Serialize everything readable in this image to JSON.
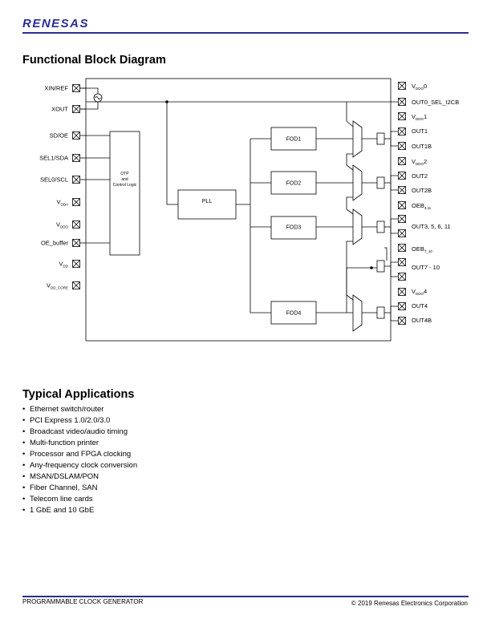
{
  "header": {
    "logo": "RENESAS"
  },
  "diagram_section": {
    "title": "Functional Block Diagram",
    "left_pins": [
      {
        "label": "XIN/REF",
        "sub": ""
      },
      {
        "label": "XOUT",
        "sub": ""
      },
      {
        "label": "SD/OE",
        "sub": ""
      },
      {
        "label": "SEL1/SDA",
        "sub": ""
      },
      {
        "label": "SEL0/SCL",
        "sub": ""
      },
      {
        "label": "V",
        "sub": "DDA"
      },
      {
        "label": "V",
        "sub": "DDO"
      },
      {
        "label": "OE_buffer",
        "sub": ""
      },
      {
        "label": "V",
        "sub": "DD"
      },
      {
        "label": "V",
        "sub": "DD_CORE"
      }
    ],
    "right_pins": [
      {
        "label": "V",
        "sub": "DDO",
        "suffix": "0"
      },
      {
        "label": "OUT0_SEL_I2CB",
        "sub": "",
        "suffix": ""
      },
      {
        "label": "V",
        "sub": "DDO",
        "suffix": "1"
      },
      {
        "label": "OUT1",
        "sub": "",
        "suffix": ""
      },
      {
        "label": "OUT1B",
        "sub": "",
        "suffix": ""
      },
      {
        "label": "V",
        "sub": "DDO",
        "suffix": "2"
      },
      {
        "label": "OUT2",
        "sub": "",
        "suffix": ""
      },
      {
        "label": "OUT2B",
        "sub": "",
        "suffix": ""
      },
      {
        "label": "OEB",
        "sub": "3,11",
        "suffix": ""
      },
      {
        "label": "OUT3, 5, 6, 11",
        "sub": "",
        "suffix": ""
      },
      {
        "label": "OEB",
        "sub": "7_10",
        "suffix": ""
      },
      {
        "label": "OUT7 - 10",
        "sub": "",
        "suffix": ""
      },
      {
        "label": "V",
        "sub": "DDO",
        "suffix": "4"
      },
      {
        "label": "OUT4",
        "sub": "",
        "suffix": ""
      },
      {
        "label": "OUT4B",
        "sub": "",
        "suffix": ""
      }
    ],
    "blocks": {
      "otp_line1": "OTP",
      "otp_line2": "and",
      "otp_line3": "Control Logic",
      "pll": "PLL",
      "fod1": "FOD1",
      "fod2": "FOD2",
      "fod3": "FOD3",
      "fod4": "FOD4"
    }
  },
  "applications": {
    "title": "Typical Applications",
    "items": [
      "Ethernet switch/router",
      "PCI Express 1.0/2.0/3.0",
      "Broadcast video/audio timing",
      "Multi-function printer",
      "Processor and FPGA clocking",
      "Any-frequency clock conversion",
      "MSAN/DSLAM/PON",
      "Fiber Channel, SAN",
      "Telecom line cards",
      "1 GbE and 10 GbE"
    ]
  },
  "footer": {
    "left": "PROGRAMMABLE CLOCK GENERATOR",
    "right": "© 2019 Renesas Electronics Corporation"
  }
}
